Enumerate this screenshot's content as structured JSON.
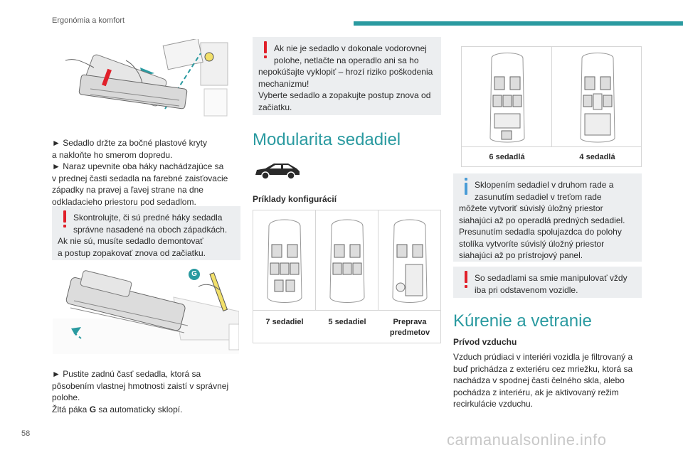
{
  "header": {
    "title": "Ergonómia a komfort",
    "accent_color": "#2a9aa0"
  },
  "page_number": "58",
  "col1": {
    "para1": "► Sedadlo držte za bočné plastové kryty\na nakloňte ho smerom dopredu.\n► Naraz upevnite oba háky nachádzajúce sa\nv prednej časti sedadla na farebné zaisťovacie\nzápadky na pravej a ľavej strane na dne\nodkladacieho priestoru pod sedadlom.",
    "warning1_first": "Skontrolujte, či sú predné háky sedadla\nsprávne nasadené na oboch západkách.",
    "warning1_rest": "Ak nie sú, musíte sedadlo demontovať\na postup zopakovať znova od začiatku.",
    "figure2_marker": "G",
    "para2_line1": "► Pustite zadnú časť sedadla, ktorá sa\npôsobením vlastnej hmotnosti zaistí v správnej\npolohe.",
    "para2_lever_pre": "Žltá páka ",
    "para2_lever_bold": "G",
    "para2_lever_post": " sa automaticky sklopí."
  },
  "col2": {
    "warning_first": "Ak nie je sedadlo v dokonale vodorovnej\npolohe, netlačte na operadlo ani sa ho",
    "warning_rest": "nepokúšajte vyklopiť – hrozí riziko poškodenia\nmechanizmu!\nVyberte sedadlo a zopakujte postup znova od\nzačiatku.",
    "section_title": "Modularita sedadiel",
    "subheading": "Príklady konfigurácií",
    "configs": [
      "7 sedadiel",
      "5 sedadiel",
      "Preprava\npredmetov"
    ]
  },
  "col3": {
    "configs": [
      "6 sedadlá",
      "4 sedadlá"
    ],
    "info_first": "Sklopením sedadiel v druhom rade a\nzasunutím sedadiel v treťom rade",
    "info_rest": "môžete vytvoriť súvislý úložný priestor\nsiahajúci až po operadlá predných sedadiel.\nPresunutím sedadla spolujazdca do polohy\nstolíka vytvoríte súvislý úložný priestor\nsiahajúci až po prístrojový panel.",
    "warning_first": "So sedadlami sa smie manipulovať vždy\niba pri odstavenom vozidle.",
    "section_title": "Kúrenie a vetranie",
    "subheading": "Prívod vzduchu",
    "para": "Vzduch prúdiaci v interiéri vozidla je filtrovaný a\nbuď prichádza z exteriéru cez mriežku, ktorá sa\nnachádza v spodnej časti čelného skla, alebo\npochádza z interiéru, ak je aktivovaný režim\nrecirkulácie vzduchu."
  },
  "watermark": "carmanualsonline.info",
  "colors": {
    "warning": "#e0202a",
    "info": "#4a9cd6",
    "callout_bg": "#eceef0",
    "seat_lever": "#f2e06a",
    "badge": "#2a9aa0"
  }
}
